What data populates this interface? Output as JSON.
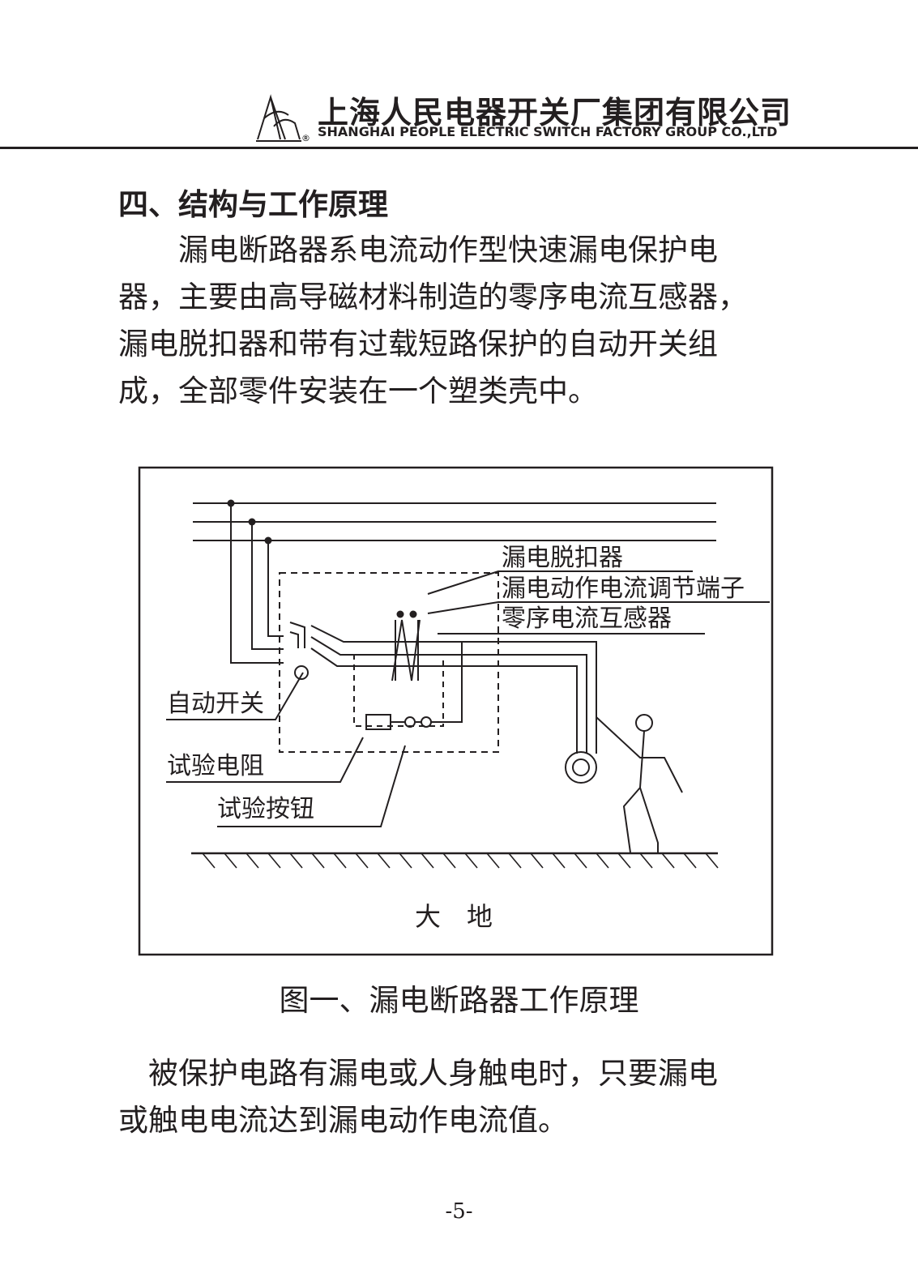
{
  "header": {
    "company_cn": "上海人民电器开关厂集团有限公司",
    "company_en": "SHANGHAI PEOPLE ELECTRIC SWITCH FACTORY GROUP CO.,LTD"
  },
  "section_title": "四、结构与工作原理",
  "paragraph1": [
    "　　漏电断路器系电流动作型快速漏电保护电",
    "器，主要由高导磁材料制造的零序电流互感器，",
    "漏电脱扣器和带有过载短路保护的自动开关组",
    "成，全部零件安装在一个塑类壳中。"
  ],
  "diagram": {
    "labels": {
      "trip_unit": "漏电脱扣器",
      "adjust_terminal": "漏电动作电流调节端子",
      "zero_seq_ct": "零序电流互感器",
      "auto_switch": "自动开关",
      "test_resistor": "试验电阻",
      "test_button": "试验按钮",
      "ground": "大　地"
    }
  },
  "caption": "图一、漏电断路器工作原理",
  "paragraph2": [
    "　被保护电路有漏电或人身触电时，只要漏电",
    "或触电电流达到漏电动作电流值。"
  ],
  "page_number": "-5-"
}
